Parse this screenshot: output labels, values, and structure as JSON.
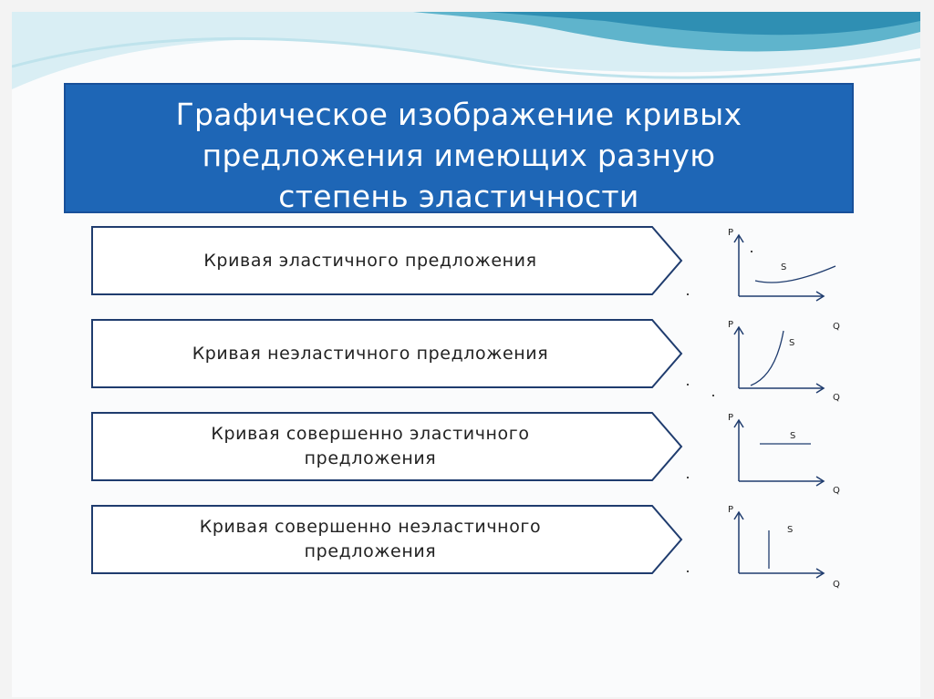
{
  "title": "Графическое изображение кривых\nпредложения имеющих разную\nстепень эластичности",
  "rows": [
    {
      "label": "Кривая эластичного предложения"
    },
    {
      "label": "Кривая неэластичного предложения"
    },
    {
      "label": "Кривая совершенно эластичного\nпредложения"
    },
    {
      "label": "Кривая совершенно неэластичного\nпредложения"
    }
  ],
  "graphs": [
    {
      "p_label": "P",
      "q_label": "",
      "s_label": "S",
      "curve": "flat-rising"
    },
    {
      "p_label": "P",
      "q_label": "Q",
      "q_top_label": "Q",
      "s_label": "S",
      "curve": "steep-rising"
    },
    {
      "p_label": "P",
      "q_label": "Q",
      "s_label": "S",
      "curve": "horizontal"
    },
    {
      "p_label": "P",
      "q_label": "Q",
      "s_label": "S",
      "curve": "vertical"
    }
  ],
  "colors": {
    "title_bg": "#1e66b6",
    "box_border": "#1f3c6e",
    "axis": "#1f3c6e"
  }
}
